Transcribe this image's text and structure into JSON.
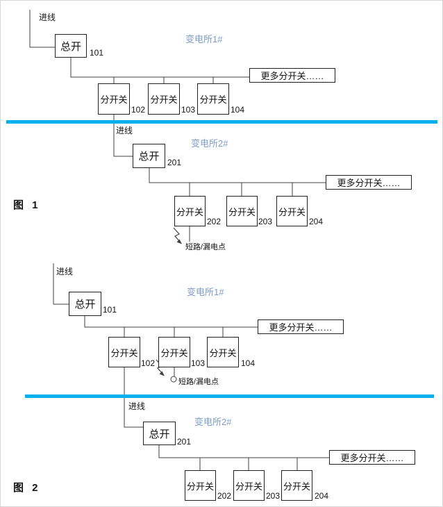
{
  "colors": {
    "separator_bar": "#00B0F0",
    "substation_title": "#7C9CC6",
    "wire_line": "#404040"
  },
  "figure1": {
    "caption": "图 1",
    "substation1": {
      "title": "变电所1#",
      "incoming_label": "进线",
      "main_switch": {
        "label": "总开",
        "number": "101"
      },
      "branches": [
        {
          "label": "分开关",
          "number": "102"
        },
        {
          "label": "分开关",
          "number": "103"
        },
        {
          "label": "分开关",
          "number": "104"
        }
      ],
      "more_label": "更多分开关……"
    },
    "substation2": {
      "title": "变电所2#",
      "incoming_label": "进线",
      "main_switch": {
        "label": "总开",
        "number": "201"
      },
      "branches": [
        {
          "label": "分开关",
          "number": "202"
        },
        {
          "label": "分开关",
          "number": "203"
        },
        {
          "label": "分开关",
          "number": "204"
        }
      ],
      "more_label": "更多分开关……",
      "fault_label": "短路/漏电点"
    }
  },
  "figure2": {
    "caption": "图 2",
    "substation1": {
      "title": "变电所1#",
      "incoming_label": "进线",
      "main_switch": {
        "label": "总开",
        "number": "101"
      },
      "branches": [
        {
          "label": "分开关",
          "number": "102"
        },
        {
          "label": "分开关",
          "number": "103"
        },
        {
          "label": "分开关",
          "number": "104"
        }
      ],
      "more_label": "更多分开关……",
      "fault_label": "短路/漏电点"
    },
    "substation2": {
      "title": "变电所2#",
      "incoming_label": "进线",
      "main_switch": {
        "label": "总开",
        "number": "201"
      },
      "branches": [
        {
          "label": "分开关",
          "number": "202"
        },
        {
          "label": "分开关",
          "number": "203"
        },
        {
          "label": "分开关",
          "number": "204"
        }
      ],
      "more_label": "更多分开关……"
    }
  }
}
